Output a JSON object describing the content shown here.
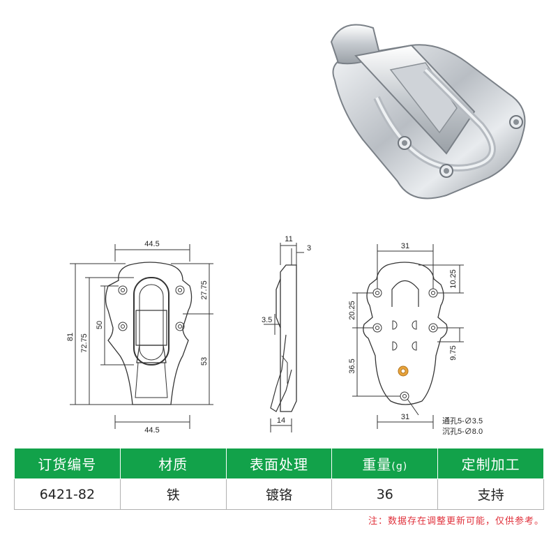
{
  "colors": {
    "header_green": "#12a24a",
    "note_red": "#e0303a",
    "line": "#333333"
  },
  "front_view": {
    "width_top": "44.5",
    "width_bottom": "44.5",
    "height_total": "81",
    "height_inner": "72.75",
    "loop_height": "50",
    "top_offset": "27.75",
    "lower_height": "53"
  },
  "side_view": {
    "thickness": "11",
    "plate": "3",
    "hook": "3.5",
    "bottom": "14"
  },
  "back_view": {
    "hole_spacing_top": "31",
    "hole_spacing_bottom": "31",
    "top_to_hole": "10.25",
    "hole_spacing_vertical": "20.25",
    "lower_hole_offset": "9.75",
    "lower_dim": "36.5",
    "hole_note_1": "通孔5-∅3.5",
    "hole_note_2": "沉孔5-∅8.0"
  },
  "table": {
    "headers": [
      "订货编号",
      "材质",
      "表面处理",
      "重量",
      "定制加工"
    ],
    "weight_unit": "(g)",
    "row": [
      "6421-82",
      "铁",
      "镀铬",
      "36",
      "支持"
    ]
  },
  "note": "注：数据存在调整更新可能，仅供参考。"
}
